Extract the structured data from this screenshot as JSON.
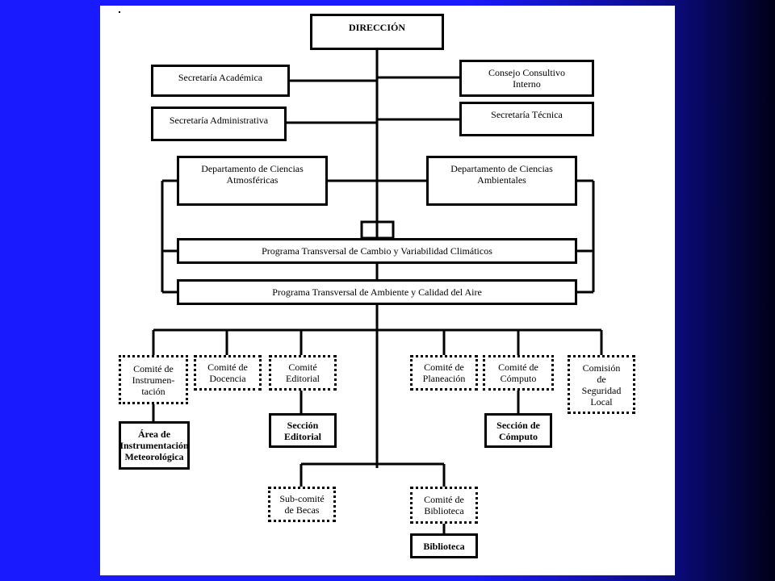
{
  "org_chart": {
    "top": {
      "label": "DIRECCIÓN"
    },
    "staff_left": [
      {
        "label": "Secretaría Académica"
      },
      {
        "label": "Secretaría Administrativa"
      }
    ],
    "staff_right": [
      {
        "label": "Consejo Consultivo\nInterno"
      },
      {
        "label": "Secretaría Técnica"
      }
    ],
    "departments": [
      {
        "label": "Departamento de Ciencias\nAtmosféricas"
      },
      {
        "label": "Departamento de Ciencias\nAmbientales"
      }
    ],
    "programs": [
      {
        "label": "Programa Transversal de Cambio y Variabilidad Climáticos"
      },
      {
        "label": "Programa Transversal de Ambiente y Calidad del Aire"
      }
    ],
    "committees": [
      {
        "label": "Comité de\nInstrumen-\ntación"
      },
      {
        "label": "Comité de\nDocencia"
      },
      {
        "label": "Comité\nEditorial"
      },
      {
        "label": "Comité de\nPlaneación"
      },
      {
        "label": "Comité   de\nCómputo"
      },
      {
        "label": "Comisión\nde\nSeguridad\nLocal"
      }
    ],
    "sections": [
      {
        "label": "Área de\nInstrumentación\nMeteorológica"
      },
      {
        "label": "Sección\nEditorial"
      },
      {
        "label": "Sección de\nCómputo"
      }
    ],
    "subcommittees": [
      {
        "label": "Sub-comité\nde Becas"
      },
      {
        "label": "Comité de\nBiblioteca"
      }
    ],
    "library": {
      "label": "Biblioteca"
    }
  }
}
